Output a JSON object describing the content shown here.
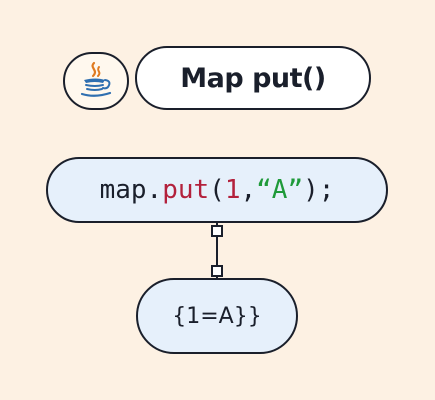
{
  "header": {
    "logo_icon": "java-coffee-cup-icon",
    "title": "Map put()"
  },
  "code": {
    "object": "map",
    "dot": ".",
    "method": "put",
    "open_paren": "(",
    "arg_key": "1",
    "comma": ",",
    "arg_value": "“A”",
    "close": ");"
  },
  "result": {
    "text": "{1=A}}"
  },
  "colors": {
    "background": "#fdf1e3",
    "method": "#b3213c",
    "string": "#1f9a3a",
    "box_fill": "#e6f0fb",
    "stroke": "#1a1f2b"
  }
}
